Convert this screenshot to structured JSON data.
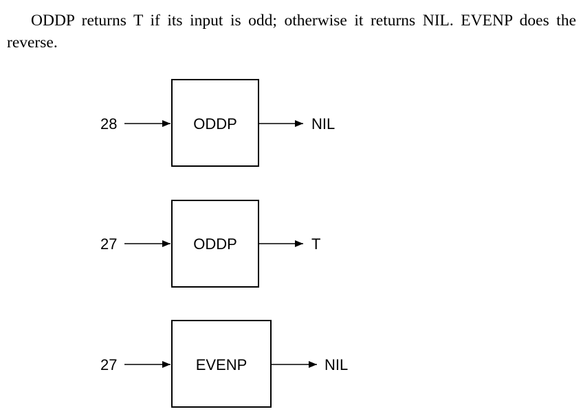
{
  "description": {
    "text": "ODDP returns T if its input is odd; otherwise it returns NIL.  EVENP does the reverse."
  },
  "diagrams": [
    {
      "input": "28",
      "function": "ODDP",
      "output": "NIL"
    },
    {
      "input": "27",
      "function": "ODDP",
      "output": "T"
    },
    {
      "input": "27",
      "function": "EVENP",
      "output": "NIL"
    }
  ]
}
